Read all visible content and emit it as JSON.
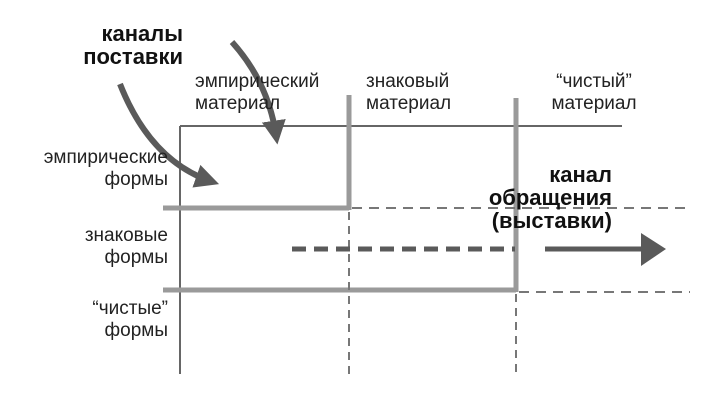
{
  "title": {
    "supply_channels": [
      "каналы",
      "поставки"
    ],
    "circulation_channel": [
      "канал",
      "обращения",
      "(выставки)"
    ]
  },
  "columns": [
    [
      "эмпирический",
      "материал"
    ],
    [
      "знаковый",
      "материал"
    ],
    [
      "“чистый”",
      "материал"
    ]
  ],
  "rows": [
    [
      "эмпирические",
      "формы"
    ],
    [
      "знаковые",
      "формы"
    ],
    [
      "“чистые”",
      "формы"
    ]
  ],
  "colors": {
    "axis_line": "#666666",
    "thick_line": "#9a9a9a",
    "dashed_line": "#777777",
    "arrow": "#5a5a5a",
    "text": "#222222"
  }
}
